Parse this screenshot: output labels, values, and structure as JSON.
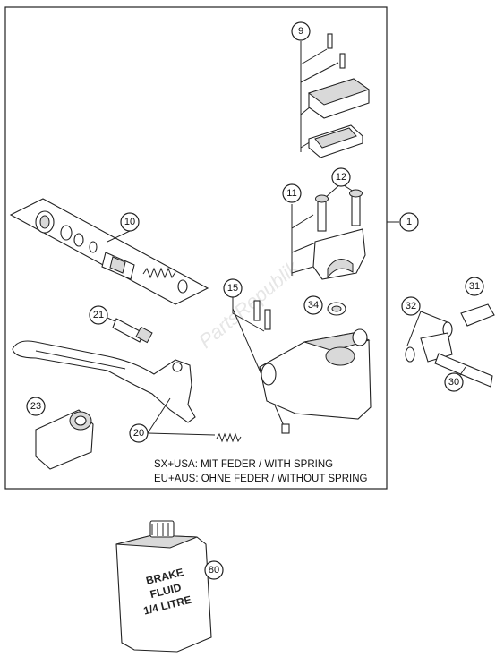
{
  "callouts": {
    "c1": "1",
    "c9": "9",
    "c10": "10",
    "c11": "11",
    "c12": "12",
    "c15": "15",
    "c20": "20",
    "c21": "21",
    "c23": "23",
    "c30": "30",
    "c31": "31",
    "c32": "32",
    "c34": "34",
    "c80": "80"
  },
  "notes": {
    "line1": "SX+USA:  MIT FEDER / WITH SPRING",
    "line2": "EU+AUS:  OHNE FEDER / WITHOUT SPRING"
  },
  "bottle_label": {
    "line1": "BRAKE",
    "line2": "FLUID",
    "line3": "1/4 LITRE"
  },
  "watermark": "PartsRepublik"
}
